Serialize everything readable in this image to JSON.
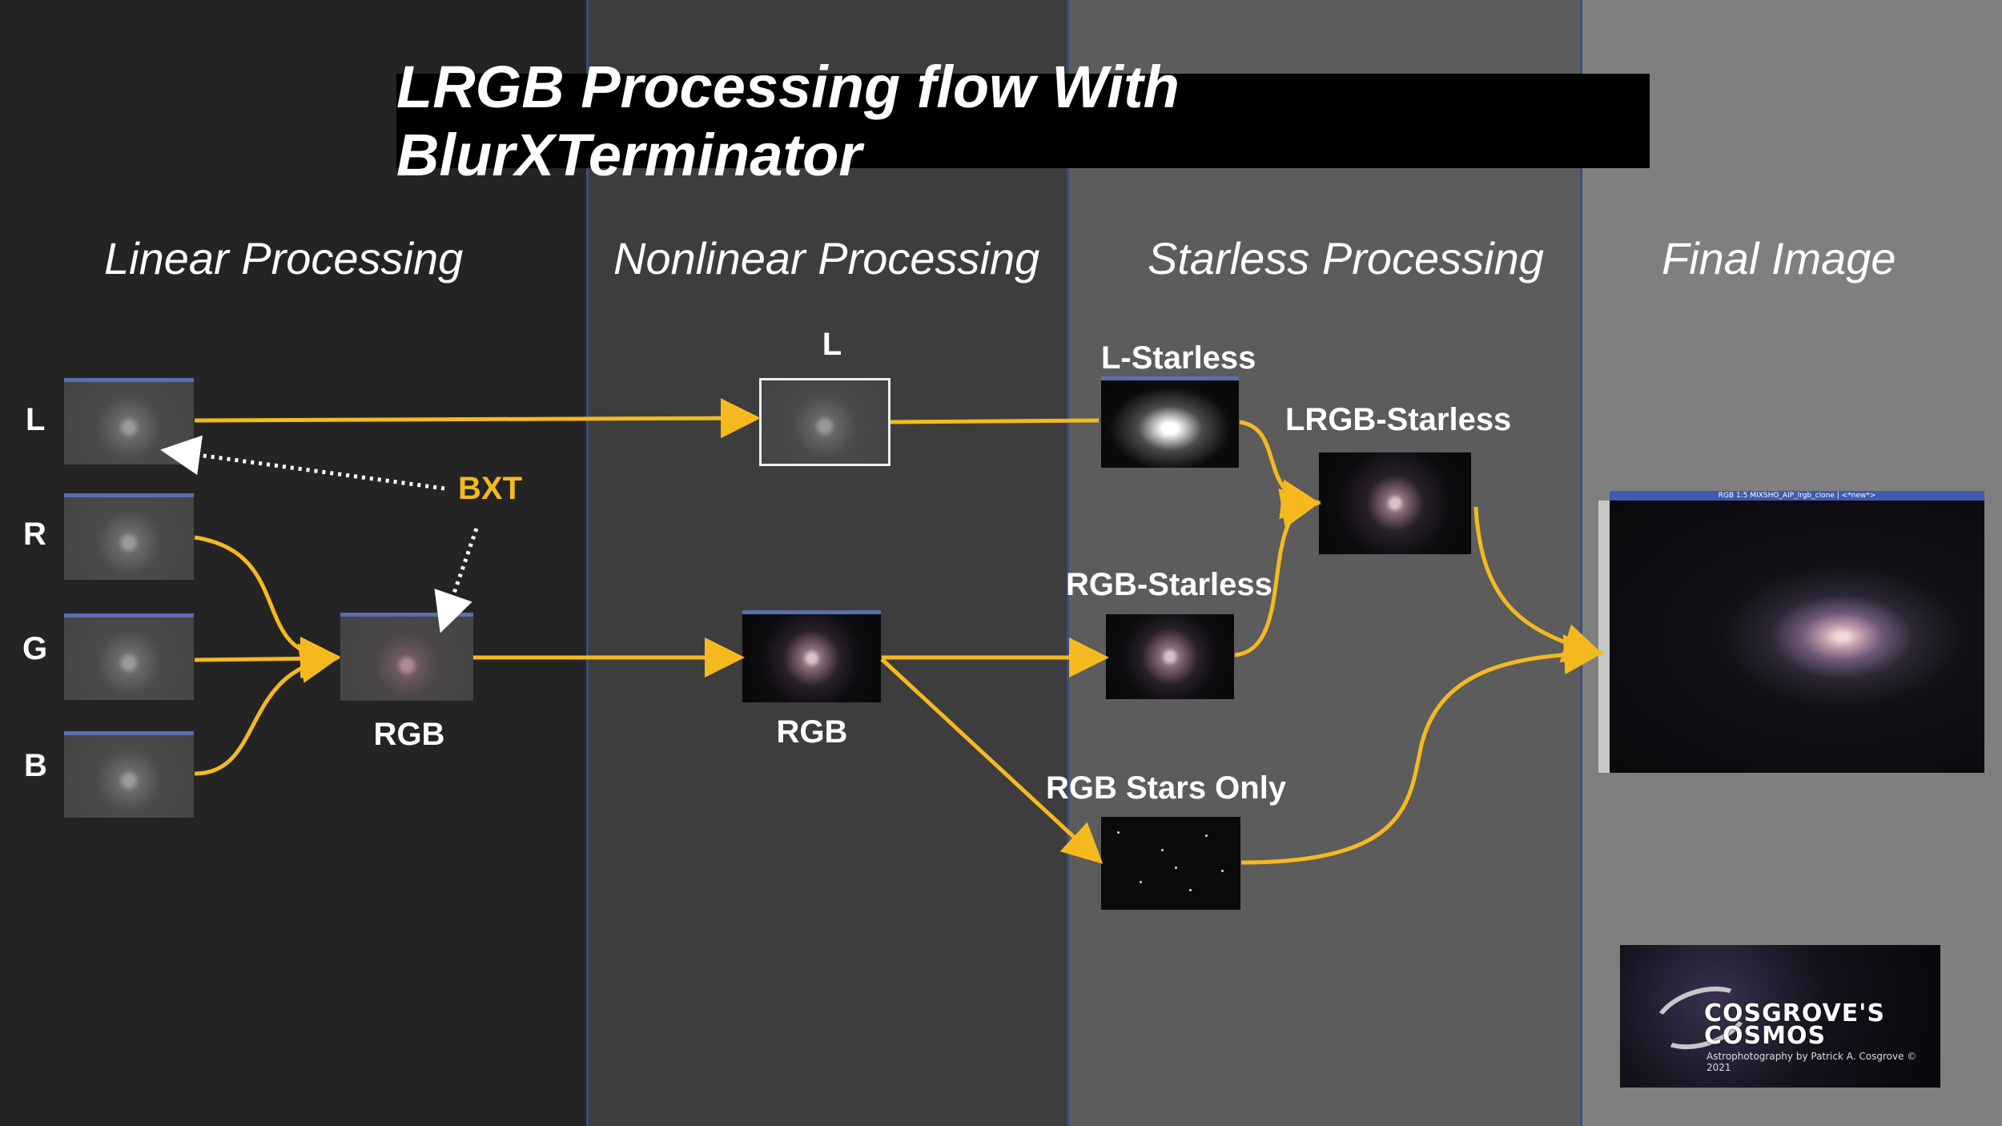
{
  "title": "LRGB Processing flow With BlurXTerminator",
  "headings": {
    "linear": "Linear Processing",
    "nonlinear": "Nonlinear Processing",
    "starless": "Starless Processing",
    "final": "Final Image"
  },
  "channel_labels": {
    "l": "L",
    "r": "R",
    "g": "G",
    "b": "B"
  },
  "node_labels": {
    "bxt": "BXT",
    "rgb_linear": "RGB",
    "l_nonlinear": "L",
    "rgb_nonlinear": "RGB",
    "l_starless": "L-Starless",
    "lrgb_starless": "LRGB-Starless",
    "rgb_starless": "RGB-Starless",
    "rgb_stars_only": "RGB Stars Only"
  },
  "final_window_title": "RGB 1:5 MIXSHO_AIP_lrgb_clone | <*new*>",
  "logo": {
    "line1": "COSGROVE'S",
    "line2": "COSMOS",
    "tagline": "Astrophotography by Patrick A. Cosgrove © 2021"
  },
  "colors": {
    "arrow": "#f5b920",
    "bxt_arrow": "#ffffff"
  }
}
